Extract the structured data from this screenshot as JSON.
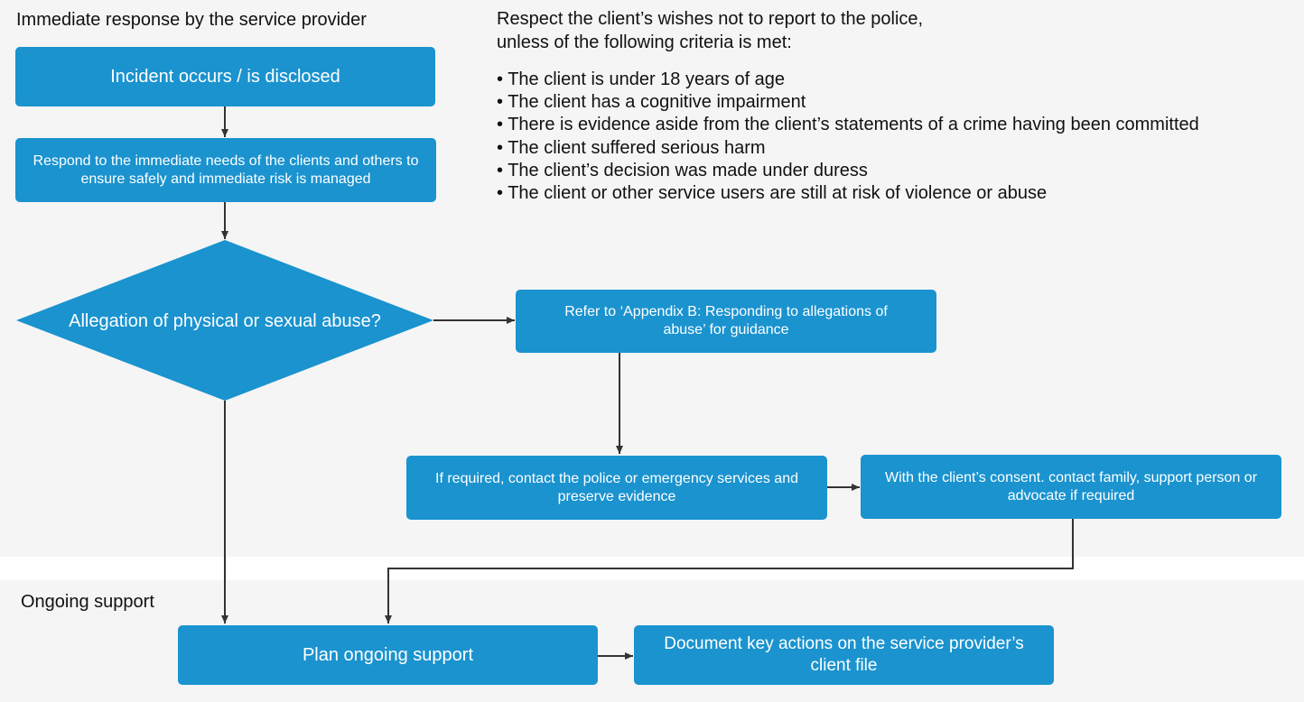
{
  "sections": {
    "immediate_title": "Immediate response by the service provider",
    "ongoing_title": "Ongoing support"
  },
  "note": {
    "title_line1": "Respect the client’s wishes not to report to the police,",
    "title_line2": "unless of the following criteria is met:",
    "criteria": [
      "The client is under 18 years of age",
      "The client has a cognitive impairment",
      "There is evidence aside from the client’s statements of a crime having been committed",
      "The client suffered serious harm",
      "The client’s decision was made under duress",
      "The client or other service users are still at risk of violence or abuse"
    ]
  },
  "nodes": {
    "incident": "Incident occurs / is disclosed",
    "respond": "Respond to the immediate needs of the clients and others to ensure safely and immediate risk is managed",
    "decision": "Allegation of physical or sexual abuse?",
    "appendix": "Refer to ‘Appendix B: Responding to allegations of abuse’ for guidance",
    "police": "If required, contact the police or emergency services and preserve evidence",
    "family": "With the client’s consent. contact family, support person or advocate if required",
    "plan": "Plan ongoing support",
    "document": "Document key actions on the service provider’s client file"
  },
  "colors": {
    "node_fill": "#1a93cf",
    "arrow": "#333333",
    "section_bg": "#f5f5f5"
  }
}
